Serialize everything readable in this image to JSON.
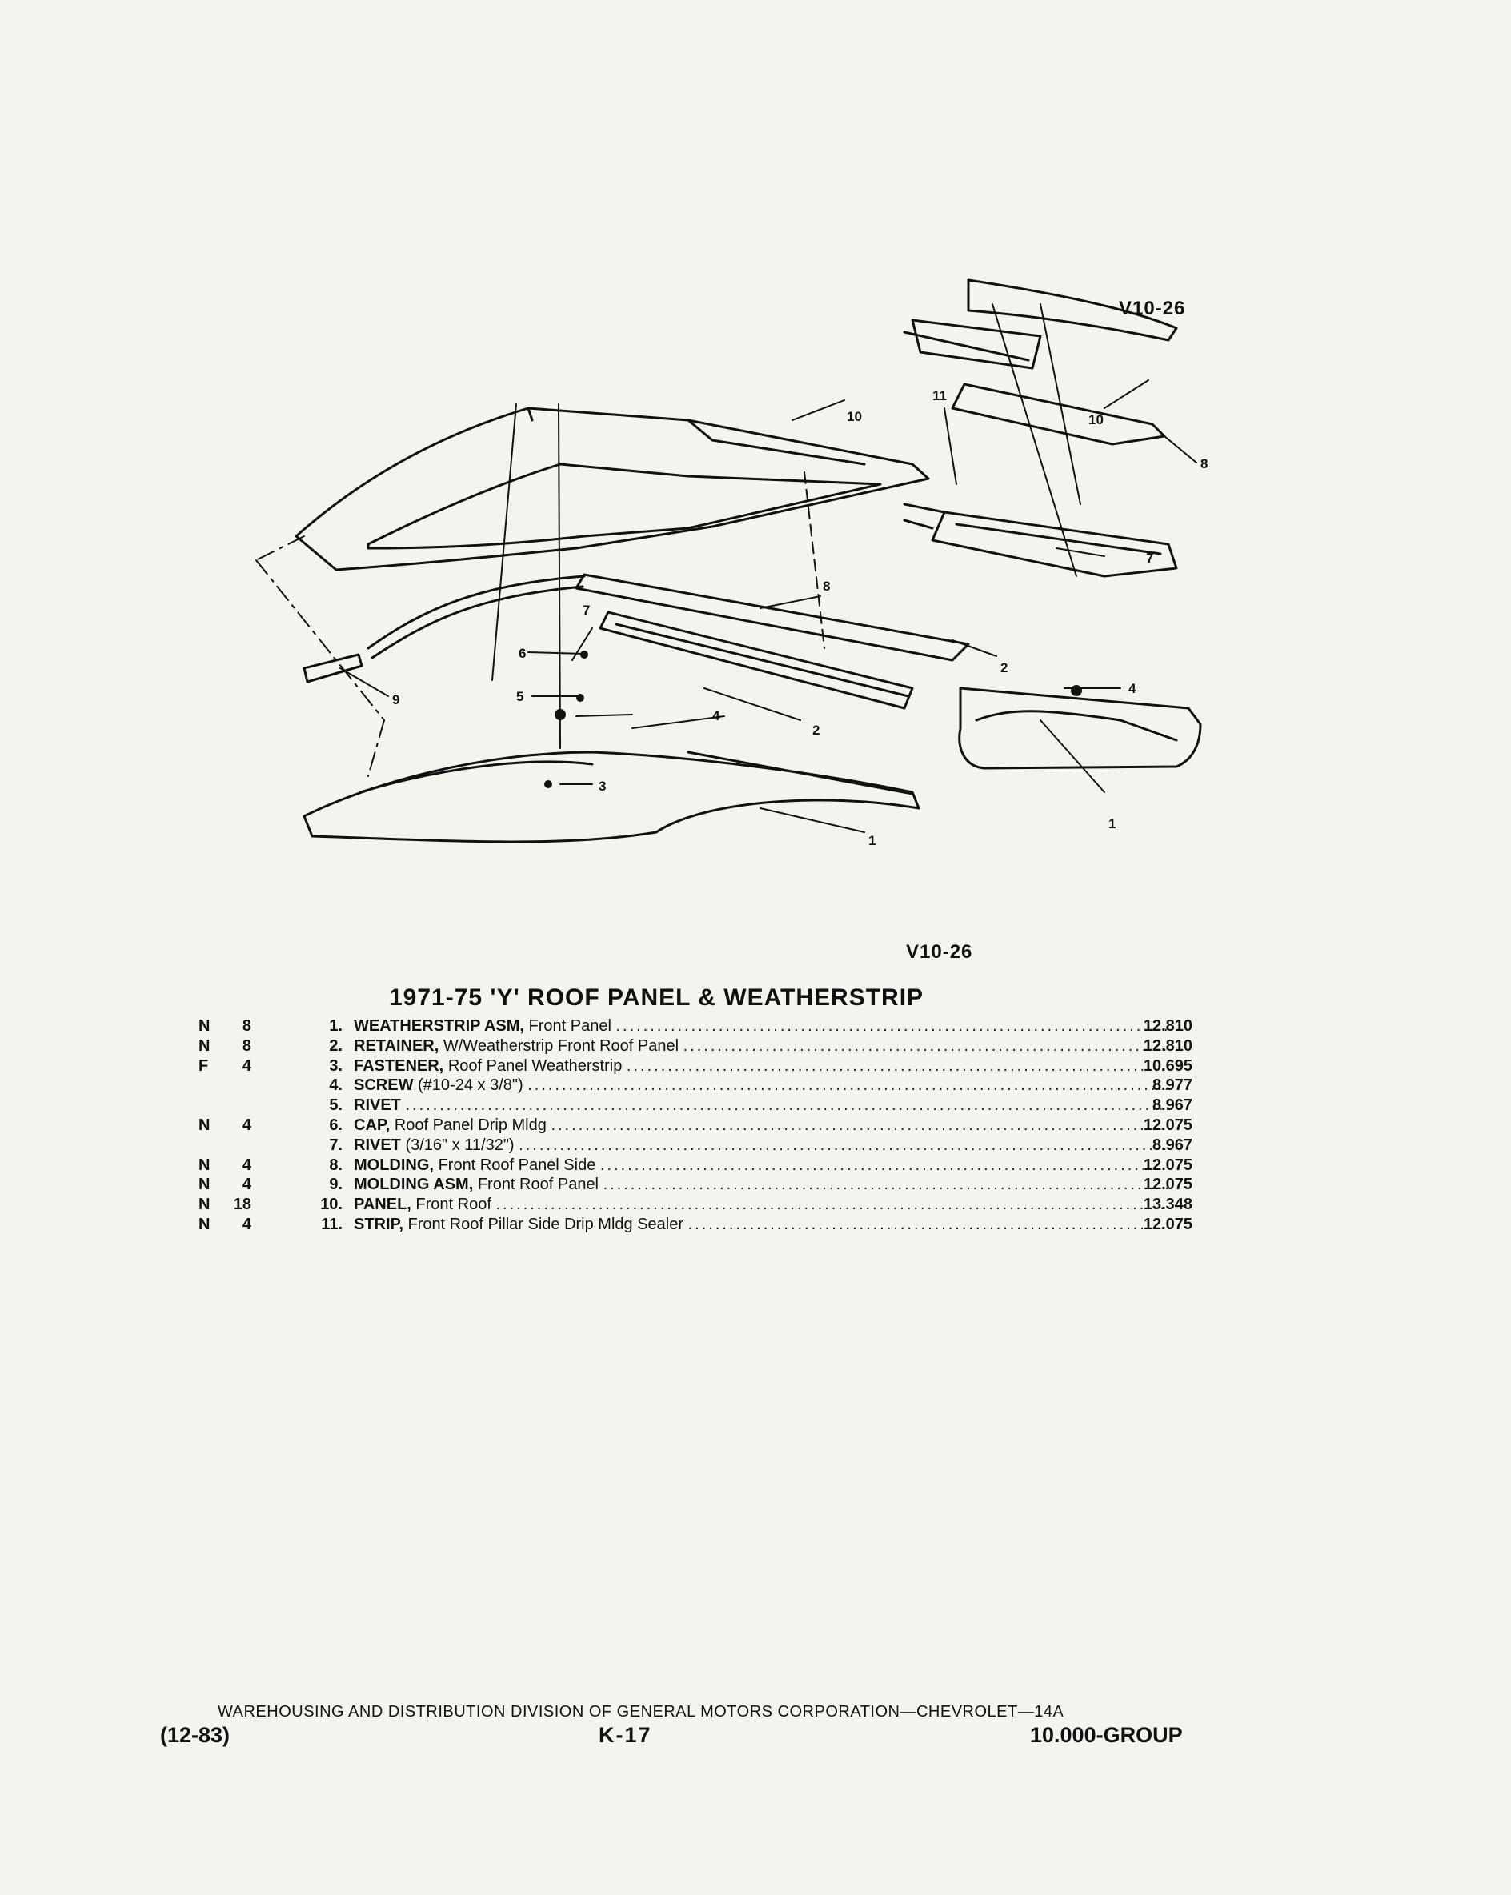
{
  "diagram": {
    "reference_top": "V10-26",
    "reference_bottom": "V10-26",
    "callouts_left": [
      "10",
      "8",
      "7",
      "6",
      "5",
      "4",
      "2",
      "9",
      "3",
      "1"
    ],
    "callouts_right": [
      "11",
      "10",
      "8",
      "7",
      "2",
      "4",
      "1"
    ]
  },
  "parts_table": {
    "title": "1971-75 'Y' ROOF PANEL & WEATHERSTRIP",
    "rows": [
      {
        "code": "N",
        "qty": "8",
        "num": "1.",
        "name": "WEATHERSTRIP ASM,",
        "desc": "Front Panel",
        "group": "12.810"
      },
      {
        "code": "N",
        "qty": "8",
        "num": "2.",
        "name": "RETAINER,",
        "desc": "W/Weatherstrip Front Roof Panel",
        "group": "12.810"
      },
      {
        "code": "F",
        "qty": "4",
        "num": "3.",
        "name": "FASTENER,",
        "desc": "Roof Panel Weatherstrip",
        "group": "10.695"
      },
      {
        "code": "",
        "qty": "",
        "num": "4.",
        "name": "SCREW",
        "desc": "(#10-24 x 3/8\")",
        "group": "8.977"
      },
      {
        "code": "",
        "qty": "",
        "num": "5.",
        "name": "RIVET",
        "desc": "",
        "group": "8.967"
      },
      {
        "code": "N",
        "qty": "4",
        "num": "6.",
        "name": "CAP,",
        "desc": "Roof Panel Drip Mldg",
        "group": "12.075"
      },
      {
        "code": "",
        "qty": "",
        "num": "7.",
        "name": "RIVET",
        "desc": "(3/16\" x 11/32\")",
        "group": "8.967"
      },
      {
        "code": "N",
        "qty": "4",
        "num": "8.",
        "name": "MOLDING,",
        "desc": "Front Roof Panel Side",
        "group": "12.075"
      },
      {
        "code": "N",
        "qty": "4",
        "num": "9.",
        "name": "MOLDING ASM,",
        "desc": "Front Roof Panel",
        "group": "12.075"
      },
      {
        "code": "N",
        "qty": "18",
        "num": "10.",
        "name": "PANEL,",
        "desc": "Front Roof",
        "group": "13.348"
      },
      {
        "code": "N",
        "qty": "4",
        "num": "11.",
        "name": "STRIP,",
        "desc": "Front Roof Pillar Side Drip Mldg Sealer",
        "group": "12.075"
      }
    ]
  },
  "footer": {
    "division": "WAREHOUSING AND DISTRIBUTION DIVISION OF GENERAL MOTORS CORPORATION—CHEVROLET—14A",
    "date": "(12-83)",
    "page": "K-17",
    "group": "10.000-GROUP"
  }
}
